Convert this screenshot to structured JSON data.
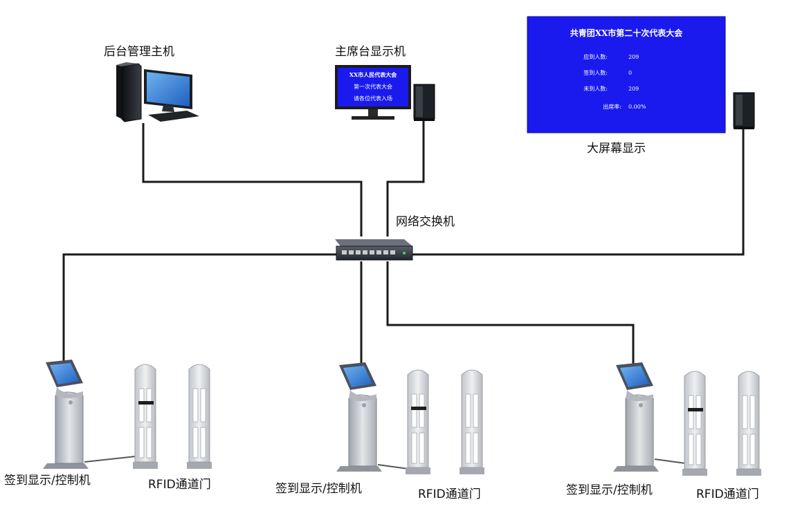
{
  "nodes": {
    "backend_host": {
      "label": "后台管理主机"
    },
    "chair_display": {
      "label": "主席台显示机",
      "screen_lines": [
        "XX市人民代表大会",
        "第一次代表大会",
        "请各位代表入场"
      ]
    },
    "big_screen": {
      "label": "大屏幕显示",
      "title": "共青团XX市第二十次代表大会",
      "rows": [
        {
          "key": "应到人数:",
          "value": "209"
        },
        {
          "key": "签到人数:",
          "value": "0"
        },
        {
          "key": "未到人数:",
          "value": "209"
        },
        {
          "key": "出席率:",
          "value": "0.00%"
        }
      ]
    },
    "switch": {
      "label": "网络交换机"
    },
    "station_1": {
      "kiosk_label": "签到显示/控制机",
      "gate_label": "RFID通道门"
    },
    "station_2": {
      "kiosk_label": "签到显示/控制机",
      "gate_label": "RFID通道门"
    },
    "station_3": {
      "kiosk_label": "签到显示/控制机",
      "gate_label": "RFID通道门"
    }
  },
  "colors": {
    "screen_blue": "#1a1aee",
    "wire": "#1a1a1a",
    "device_dark": "#2b2f36",
    "kiosk_grey": "#c9ccd1"
  },
  "icons": [
    "desktop-computer-icon",
    "monitor-icon",
    "speaker-icon",
    "network-switch-icon",
    "kiosk-icon",
    "rfid-gate-icon"
  ]
}
